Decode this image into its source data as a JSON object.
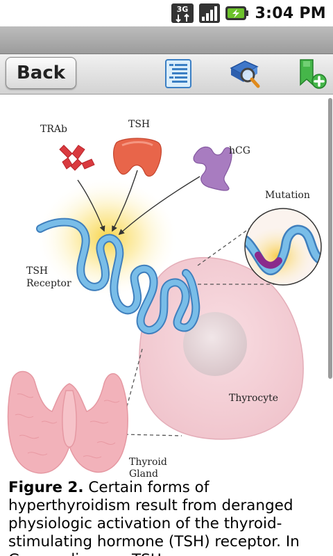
{
  "status_bar": {
    "network_icon": "3g-data-icon",
    "network_label": "3G",
    "signal_icon": "signal-strength-icon",
    "battery_icon": "battery-charging-icon",
    "time": "3:04 PM"
  },
  "toolbar": {
    "back_label": "Back",
    "icons": [
      "table-of-contents-icon",
      "search-icon",
      "add-bookmark-icon"
    ]
  },
  "figure": {
    "labels": {
      "trab": "TRAb",
      "tsh": "TSH",
      "hcg": "hCG",
      "mutation": "Mutation",
      "tsh_receptor_1": "TSH",
      "tsh_receptor_2": "Receptor",
      "thyrocyte": "Thyrocyte",
      "thyroid_1": "Thyroid",
      "thyroid_2": "Gland"
    },
    "colors": {
      "receptor": "#6bb0dc",
      "antibody": "#d93a3f",
      "tsh_hormone": "#e8654a",
      "hcg_hormone": "#a87cc0",
      "mutation": "#8a2a8c",
      "thyrocyte": "#f4cfd6",
      "nucleus": "#e2cfd3",
      "thyroid_gland": "#f2b2ba",
      "glow": "#f7d23e"
    }
  },
  "caption": {
    "figure_label": "Figure 2.",
    "text": " Certain forms of hyperthyroidism result from deranged physiologic activation of the thyroid-stimulating hormone (TSH) receptor. In Graves disease, TSH"
  }
}
